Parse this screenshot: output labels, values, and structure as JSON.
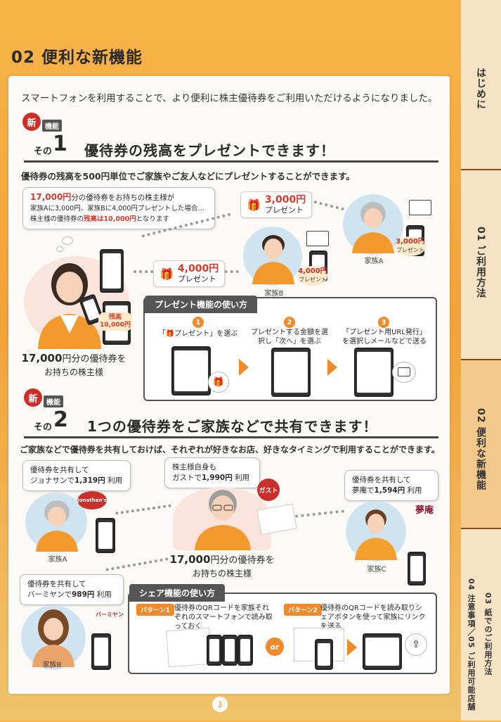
{
  "header": {
    "title": "02 便利な新機能"
  },
  "tabs": [
    {
      "label": "はじめに"
    },
    {
      "label": "01 ご利用方法"
    },
    {
      "label": "02 便利な新機能"
    },
    {
      "label": "03 紙でのご利用方法"
    },
    {
      "label": "04 注意事項／05 ご利用可能店舗"
    }
  ],
  "intro": "スマートフォンを利用することで、より便利に株主優待券をご利用いただけるようになりました。",
  "badge": {
    "new": "新",
    "kino": "機能",
    "sono": "その"
  },
  "feature1": {
    "num": "1",
    "title": "優待券の残高をプレゼントできます！",
    "desc": "優待券の残高を500円単位でご家族やご友人などにプレゼントすることができます。",
    "bubble": {
      "l1a": "17,000円",
      "l1b": "分の優待券をお持ちの株主様が",
      "l2": "家族Aに3,000円、家族Bに4,000円プレゼントした場合…",
      "l3a": "株主様の優待券の",
      "l3b": "残高は10,000円",
      "l3c": "となります"
    },
    "gift_a": {
      "amount": "3,000円",
      "label": "プレゼント"
    },
    "gift_b": {
      "amount": "4,000円",
      "label": "プレゼント"
    },
    "family_a": "家族A",
    "family_b": "家族B",
    "badge_a": {
      "amount": "3,000円",
      "label": "プレゼント"
    },
    "badge_b": {
      "amount": "4,000円",
      "label": "プレゼント"
    },
    "balance": {
      "label": "残高",
      "amount": "10,000円"
    },
    "owner": {
      "a": "17,000",
      "b": "円分の優待券を",
      "c": "お持ちの株主様"
    },
    "howto": {
      "title": "プレゼント機能の使い方",
      "steps": [
        {
          "num": "1",
          "text": "「🎁プレゼント」を選ぶ"
        },
        {
          "num": "2",
          "text": "プレゼントする金額を選択し「次へ」を選ぶ"
        },
        {
          "num": "3",
          "text": "「プレゼント用URL発行」を選択しメールなどで送る"
        }
      ]
    }
  },
  "feature2": {
    "num": "2",
    "title": "1つの優待券をご家族などで共有できます！",
    "desc": "ご家族などで優待券を共有しておけば、それぞれが好きなお店、好きなタイミングで利用することができます。",
    "bubble_a": {
      "l1": "優待券を共有して",
      "l2a": "ジョナサンで",
      "l2b": "1,319円",
      "l2c": "利用"
    },
    "bubble_owner": {
      "l1": "株主様自身も",
      "l2a": "ガストで",
      "l2b": "1,990円",
      "l2c": "利用"
    },
    "bubble_c": {
      "l1": "優待券を共有して",
      "l2a": "夢庵で",
      "l2b": "1,594円",
      "l2c": "利用"
    },
    "bubble_b": {
      "l1": "優待券を共有して",
      "l2a": "バーミヤンで",
      "l2b": "989円",
      "l2c": "利用"
    },
    "family_a": "家族A",
    "family_b": "家族B",
    "family_c": "家族C",
    "logos": {
      "jonathan": "Jonathan's",
      "gusto": "ガスト",
      "yumean": "夢庵",
      "bamiyan": "バーミヤン"
    },
    "owner": {
      "a": "17,000",
      "b": "円分の優待券を",
      "c": "お持ちの株主様"
    },
    "share": {
      "title": "シェア機能の使い方",
      "p1": {
        "tag": "パターン1",
        "text": "優待券のQRコードを家族それぞれのスマートフォンで読み取っておく"
      },
      "or": "or",
      "p2": {
        "tag": "パターン2",
        "text": "優待券のQRコードを読み取りシェアボタンを使って家族にリンクを送る"
      }
    }
  },
  "page": "3"
}
